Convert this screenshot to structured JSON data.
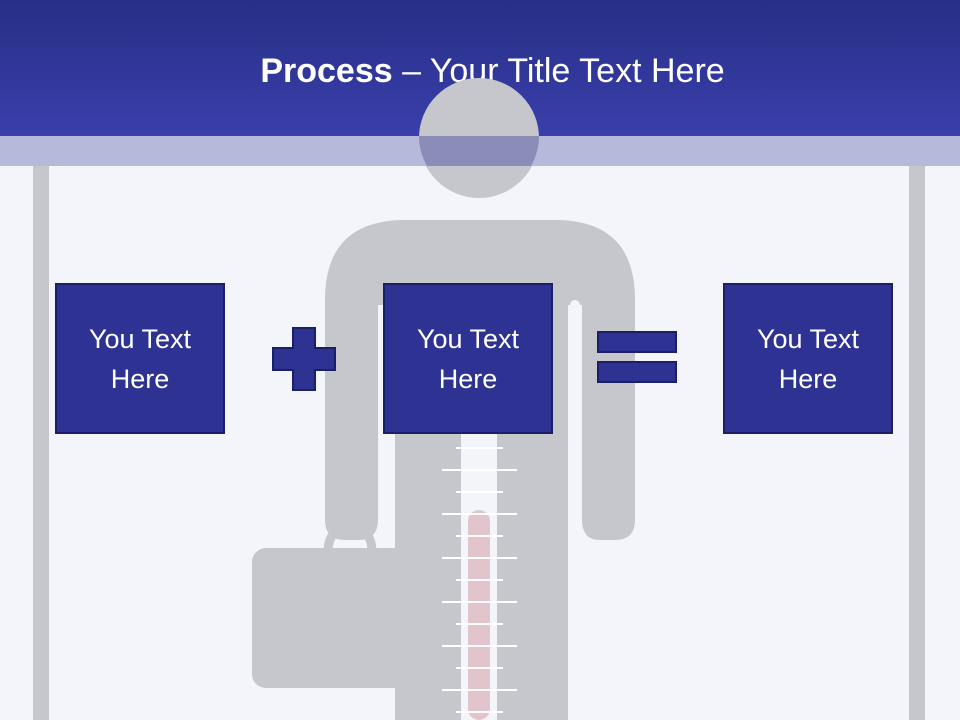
{
  "title": {
    "bold": "Process",
    "rest": " – Your Title Text Here"
  },
  "boxes": [
    {
      "line1": "You Text",
      "line2": "Here"
    },
    {
      "line1": "You Text",
      "line2": "Here"
    },
    {
      "line1": "You Text",
      "line2": "Here"
    }
  ],
  "operators": [
    "plus-icon",
    "equals-icon"
  ],
  "colors": {
    "header": "#3038a0",
    "box": "#2e3293",
    "figure": "#c6c7cd",
    "background": "#f4f5fb"
  }
}
